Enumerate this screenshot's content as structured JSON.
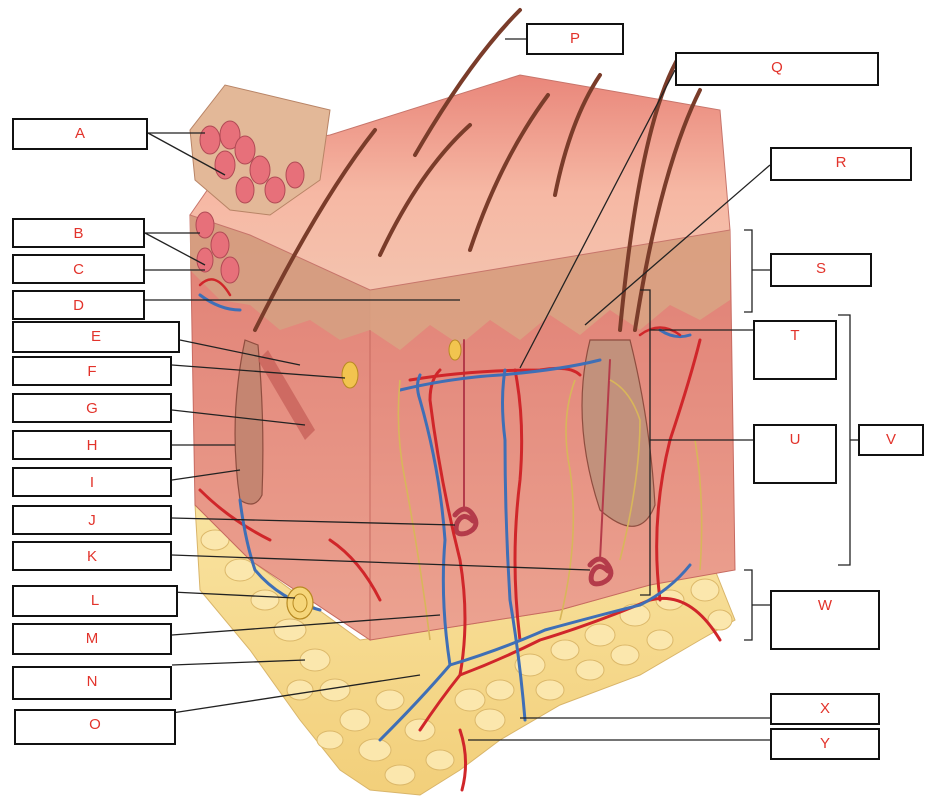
{
  "labels": [
    "A",
    "B",
    "C",
    "D",
    "E",
    "F",
    "G",
    "H",
    "I",
    "J",
    "K",
    "L",
    "M",
    "N",
    "O",
    "P",
    "Q",
    "R",
    "S",
    "T",
    "U",
    "V",
    "W",
    "X",
    "Y"
  ],
  "colors": {
    "label_text": "#e2332b",
    "label_border": "#111111",
    "leader_line": "#222222",
    "skin_surface": "#f2a893",
    "dermis": "#e5897c",
    "epidermis": "#d9a986",
    "fat": "#f7dc8e",
    "artery": "#d0262a",
    "vein": "#3f6fb6",
    "hair": "#7a3c2a",
    "nerve": "#d8b65a"
  }
}
